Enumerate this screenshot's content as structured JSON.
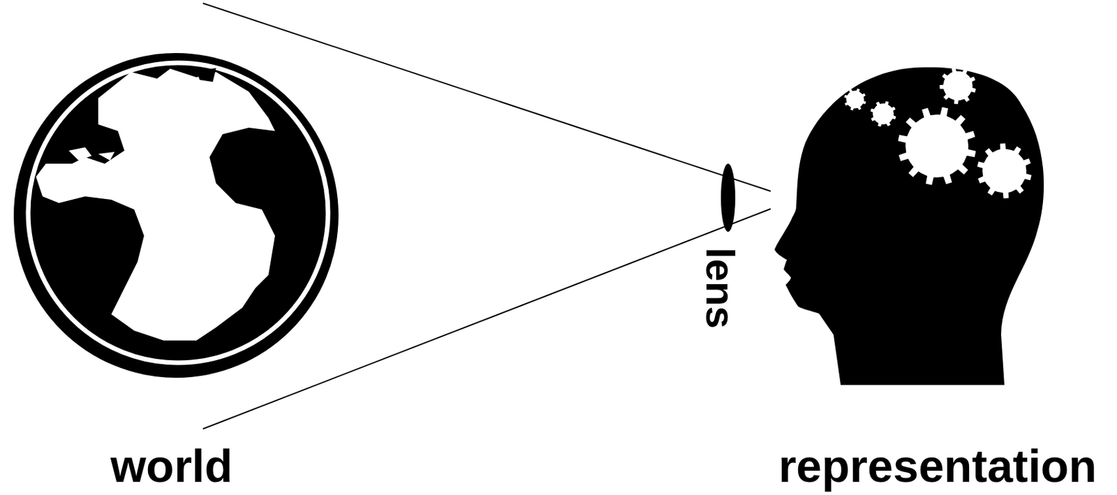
{
  "diagram": {
    "labels": [
      "world",
      "lens",
      "representation"
    ]
  }
}
